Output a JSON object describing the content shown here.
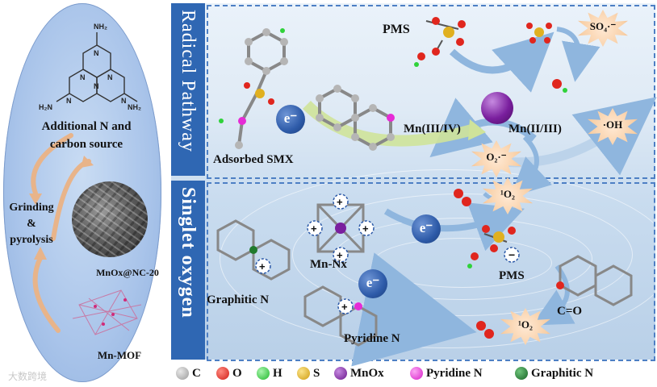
{
  "left_panel": {
    "additional_n_line1": "Additional N and",
    "additional_n_line2": "carbon source",
    "grinding_line1": "Grinding",
    "grinding_line2": "&",
    "grinding_line3": "pyrolysis",
    "mnox_label": "MnOx@NC-20",
    "mof_label": "Mn-MOF"
  },
  "radical_pathway": {
    "title": "Radical Pathway",
    "pms": "PMS",
    "so4": "SO₄·⁻",
    "oh": "·OH",
    "mn_34": "Mn(III/IV)",
    "mn_23": "Mn(II/III)",
    "o2_radical": "O₂·⁻",
    "adsorbed_smx": "Adsorbed SMX",
    "electron": "e⁻"
  },
  "singlet_oxygen": {
    "title": "Singlet oxygen",
    "mn_nx": "Mn-Nx",
    "graphitic_n": "Graphitic N",
    "pyridine_n": "Pyridine N",
    "pms": "PMS",
    "co": "C=O",
    "singlet_1": "¹O₂",
    "singlet_2": "¹O₂",
    "electron_1": "e⁻",
    "electron_2": "e⁻"
  },
  "legend": [
    {
      "label": "C",
      "color": "#b5b5b5"
    },
    {
      "label": "O",
      "color": "#e0261e"
    },
    {
      "label": "H",
      "color": "#2fd23a"
    },
    {
      "label": "S",
      "color": "#e0b020"
    },
    {
      "label": "MnOx",
      "color": "#7a1f9e"
    },
    {
      "label": "Pyridine N",
      "color": "#e62bd6"
    },
    {
      "label": "Graphitic N",
      "color": "#1f7a2c"
    }
  ],
  "watermark": "大数跨境"
}
